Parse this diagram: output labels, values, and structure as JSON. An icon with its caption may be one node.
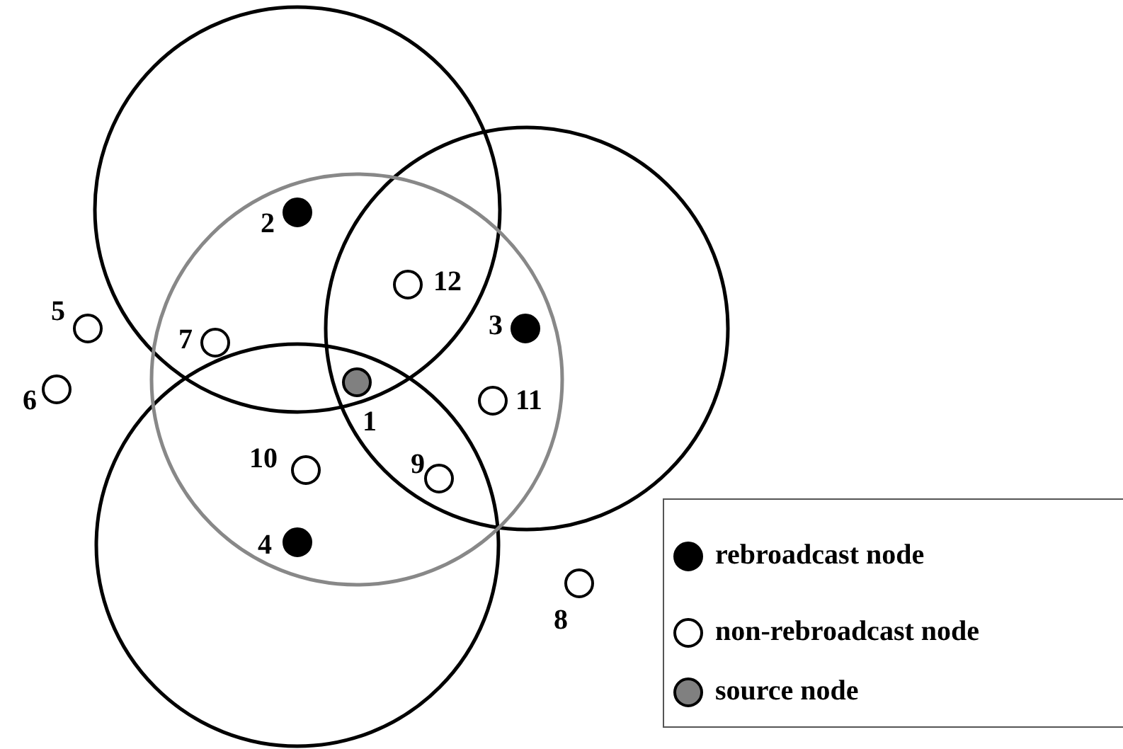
{
  "diagram": {
    "nodes": [
      {
        "text": [],
        "shape": "circle",
        "beside": [
          "1"
        ]
      },
      {
        "text": [],
        "shape": "circle",
        "beside": [
          "2"
        ]
      },
      {
        "text": [],
        "shape": "circle",
        "beside": [
          "3"
        ]
      },
      {
        "text": [],
        "shape": "circle",
        "beside": [
          "4"
        ]
      },
      {
        "text": [],
        "shape": "circle",
        "beside": [
          "5"
        ]
      },
      {
        "text": [],
        "shape": "circle",
        "beside": [
          "6"
        ]
      },
      {
        "text": [],
        "shape": "circle",
        "beside": [
          "7"
        ]
      },
      {
        "text": [],
        "shape": "circle",
        "beside": [
          "8"
        ]
      },
      {
        "text": [],
        "shape": "circle",
        "beside": [
          "9"
        ]
      },
      {
        "text": [],
        "shape": "circle",
        "beside": [
          "10"
        ]
      },
      {
        "text": [],
        "shape": "circle",
        "beside": [
          "11"
        ]
      },
      {
        "text": [],
        "shape": "circle",
        "beside": [
          "12"
        ]
      }
    ],
    "legend": [
      {
        "text": "rebroadcast node",
        "color": "#000000"
      },
      {
        "text": "non-rebroadcast node"
      },
      {
        "text": "source node",
        "color": "#808080"
      }
    ]
  }
}
